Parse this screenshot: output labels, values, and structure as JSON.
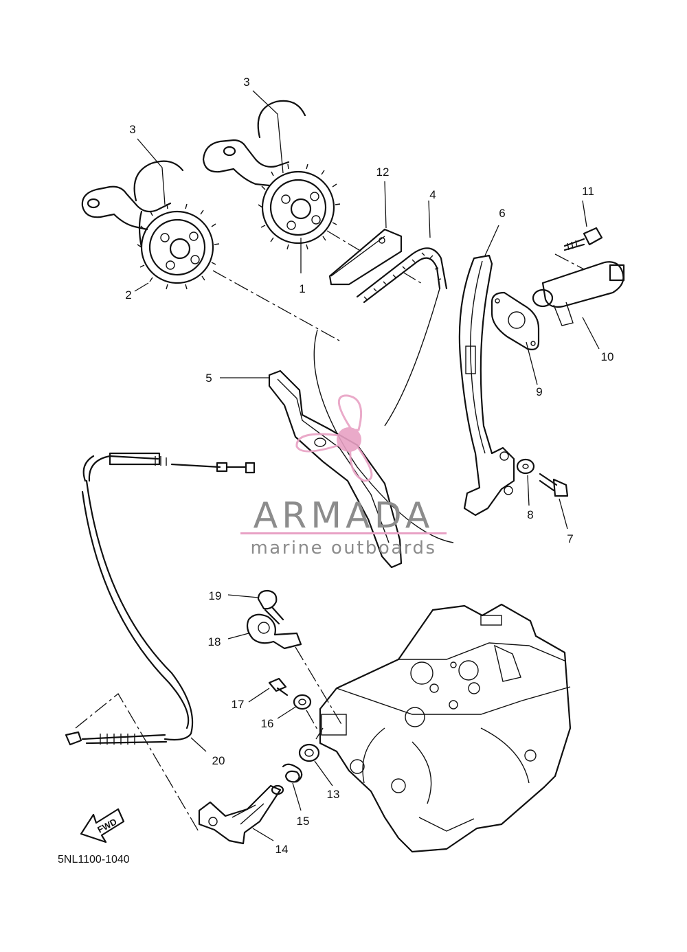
{
  "diagram": {
    "code": "5NL1100-1040",
    "fwd_label": "FWD",
    "callouts": [
      "1",
      "2",
      "3",
      "3",
      "4",
      "5",
      "6",
      "7",
      "8",
      "9",
      "10",
      "11",
      "12",
      "13",
      "14",
      "15",
      "16",
      "17",
      "18",
      "19",
      "20"
    ]
  },
  "watermark": {
    "brand": "ARMADA",
    "tagline": "marine outboards",
    "color": "#e8a1c4",
    "text_color": "#8c8c8c"
  }
}
